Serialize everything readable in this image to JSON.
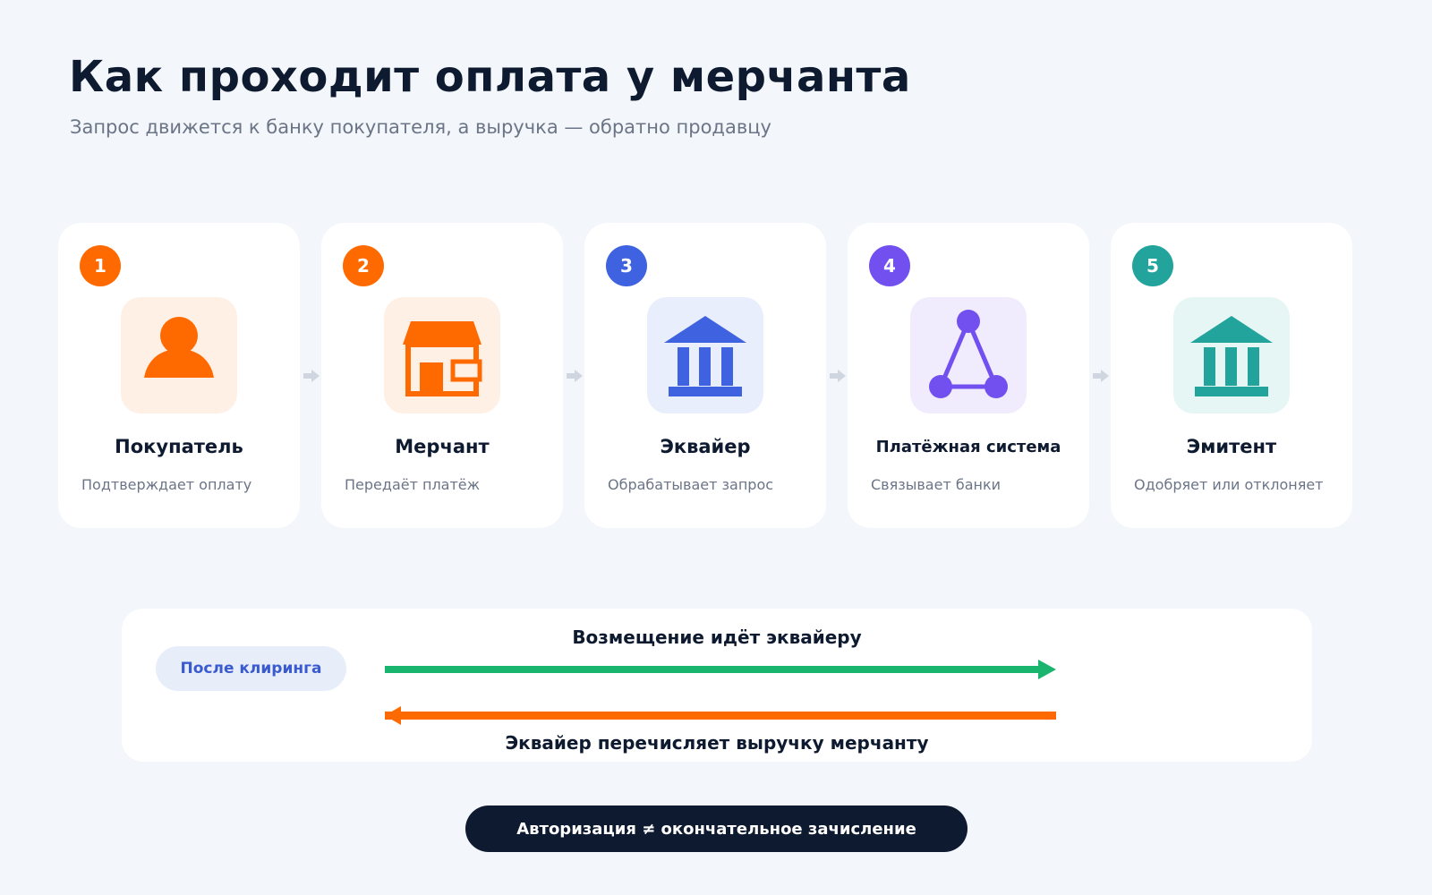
{
  "header": {
    "title": "Как проходит оплата у мерчанта",
    "subtitle": "Запрос движется к банку покупателя, а выручка — обратно продавцу"
  },
  "steps": [
    {
      "number": "1",
      "title": "Покупатель",
      "description": "Подтверждает оплату",
      "icon": "person-icon",
      "accent": "#ff6a00",
      "tint": "#fff0e6"
    },
    {
      "number": "2",
      "title": "Мерчант",
      "description": "Передаёт платёж",
      "icon": "store-icon",
      "accent": "#ff6a00",
      "tint": "#fff0e6"
    },
    {
      "number": "3",
      "title": "Эквайер",
      "description": "Обрабатывает запрос",
      "icon": "bank-icon",
      "accent": "#3f63e0",
      "tint": "#e9eefc"
    },
    {
      "number": "4",
      "title": "Платёжная система",
      "description": "Связывает банки",
      "icon": "network-icon",
      "accent": "#7250f0",
      "tint": "#f0ecfd"
    },
    {
      "number": "5",
      "title": "Эмитент",
      "description": "Одобряет или отклоняет",
      "icon": "bank-icon",
      "accent": "#22a39b",
      "tint": "#e6f6f4"
    }
  ],
  "clearing": {
    "label": "После клиринга",
    "forward_label": "Возмещение идёт эквайеру",
    "forward_color": "#19b46e",
    "back_label": "Эквайер перечисляет выручку мерчанту",
    "back_color": "#ff6a00"
  },
  "note": "Авторизация ≠ окончательное зачисление",
  "colors": {
    "background": "#f3f6fa",
    "text_dark": "#0e1a2f",
    "text_muted": "#6b7587",
    "connector": "#d0d6df"
  }
}
